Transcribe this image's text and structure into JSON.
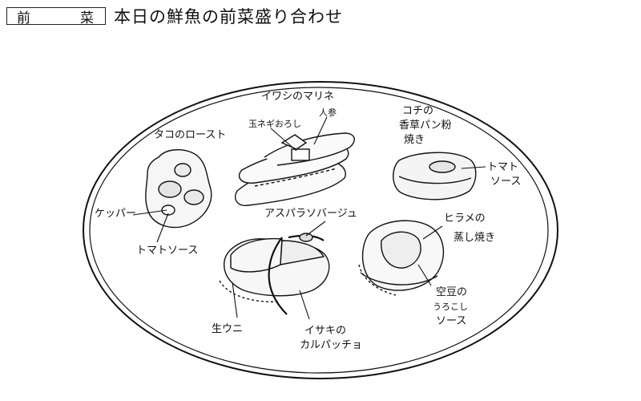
{
  "header": {
    "course_char_1": "前",
    "course_char_2": "菜",
    "dish_title": "本日の鮮魚の前菜盛り合わせ"
  },
  "labels": {
    "iwashi": "イワシのマリネ",
    "tamanegi": "玉ネギおろし",
    "ninjin": "人参",
    "tako": "タコのロースト",
    "kochi_1": "コチの",
    "kochi_2": "香草パン粉",
    "kochi_3": "焼き",
    "tomato_sauce_right_1": "トマト",
    "tomato_sauce_right_2": "ソース",
    "caper": "ケッパー",
    "tomato_sauce_left": "トマトソース",
    "asparagus": "アスパラソバージュ",
    "hirame_1": "ヒラメの",
    "hirame_2": "蒸し焼き",
    "soramame_1": "空豆の",
    "soramame_2": "うろこし",
    "soramame_3": "ソース",
    "nama_uni": "生ウニ",
    "isaki_1": "イサキの",
    "isaki_2": "カルパッチョ"
  }
}
